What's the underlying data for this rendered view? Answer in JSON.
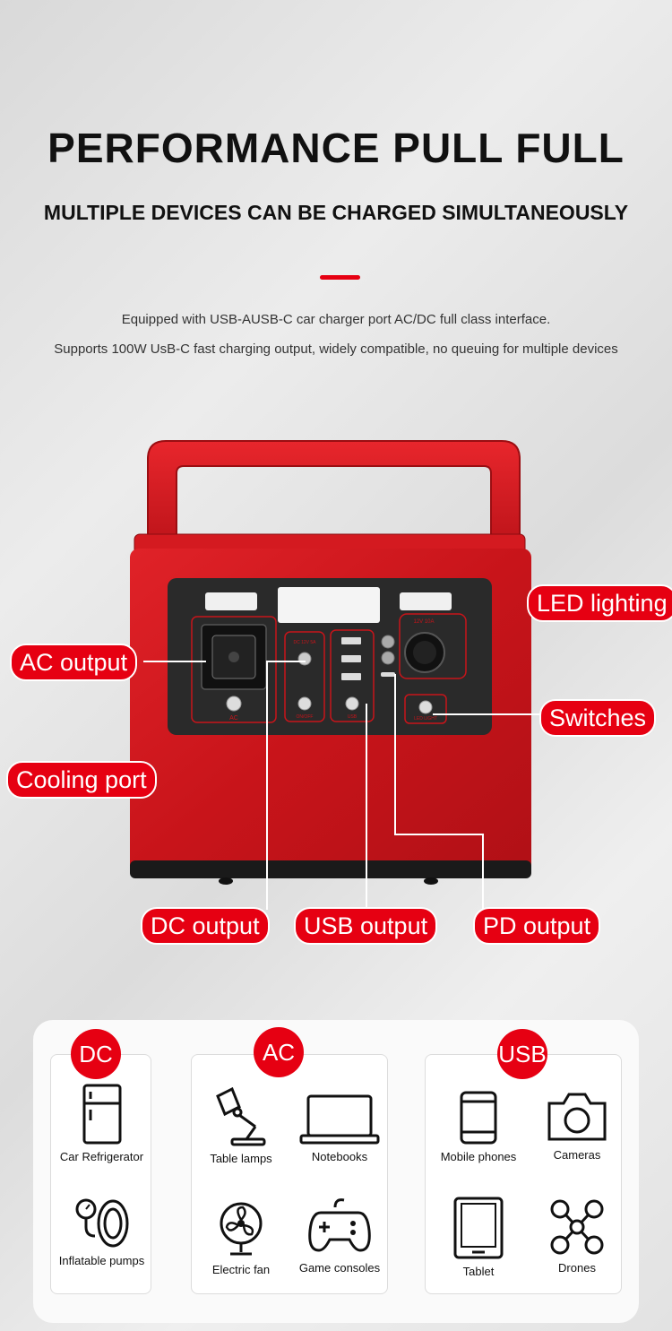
{
  "header": {
    "title": "PERFORMANCE PULL FULL",
    "subtitle": "MULTIPLE DEVICES CAN BE CHARGED SIMULTANEOUSLY",
    "desc_line1": "Equipped with USB-AUSB-C car charger port AC/DC full class interface.",
    "desc_line2": "Supports 100W UsB-C fast charging output, widely compatible, no queuing for multiple devices"
  },
  "colors": {
    "accent": "#e60012",
    "body_red": "#d8141c",
    "panel_dark": "#2a2a2a"
  },
  "product": {
    "panel_labels": {
      "ac": "AC",
      "dc": "DC",
      "dc_port": "DC 12V 5A",
      "on_off": "ON/OFF",
      "usb": "USB",
      "car_port": "12V 10A",
      "led": "LED LIGHT"
    },
    "callouts": {
      "led": "LED lighting",
      "ac": "AC output",
      "switches": "Switches",
      "cooling": "Cooling port",
      "dc": "DC output",
      "usb": "USB output",
      "pd": "PD output"
    }
  },
  "applications": {
    "dc": {
      "badge": "DC",
      "items": [
        {
          "label": "Car Refrigerator",
          "icon": "fridge-icon"
        },
        {
          "label": "Inflatable pumps",
          "icon": "pump-icon"
        }
      ]
    },
    "ac": {
      "badge": "AC",
      "items": [
        {
          "label": "Table lamps",
          "icon": "lamp-icon"
        },
        {
          "label": "Notebooks",
          "icon": "laptop-icon"
        },
        {
          "label": "Electric fan",
          "icon": "fan-icon"
        },
        {
          "label": "Game consoles",
          "icon": "gamepad-icon"
        }
      ]
    },
    "usb": {
      "badge": "USB",
      "items": [
        {
          "label": "Mobile phones",
          "icon": "phone-icon"
        },
        {
          "label": "Cameras",
          "icon": "camera-icon"
        },
        {
          "label": "Tablet",
          "icon": "tablet-icon"
        },
        {
          "label": "Drones",
          "icon": "drone-icon"
        }
      ]
    }
  }
}
